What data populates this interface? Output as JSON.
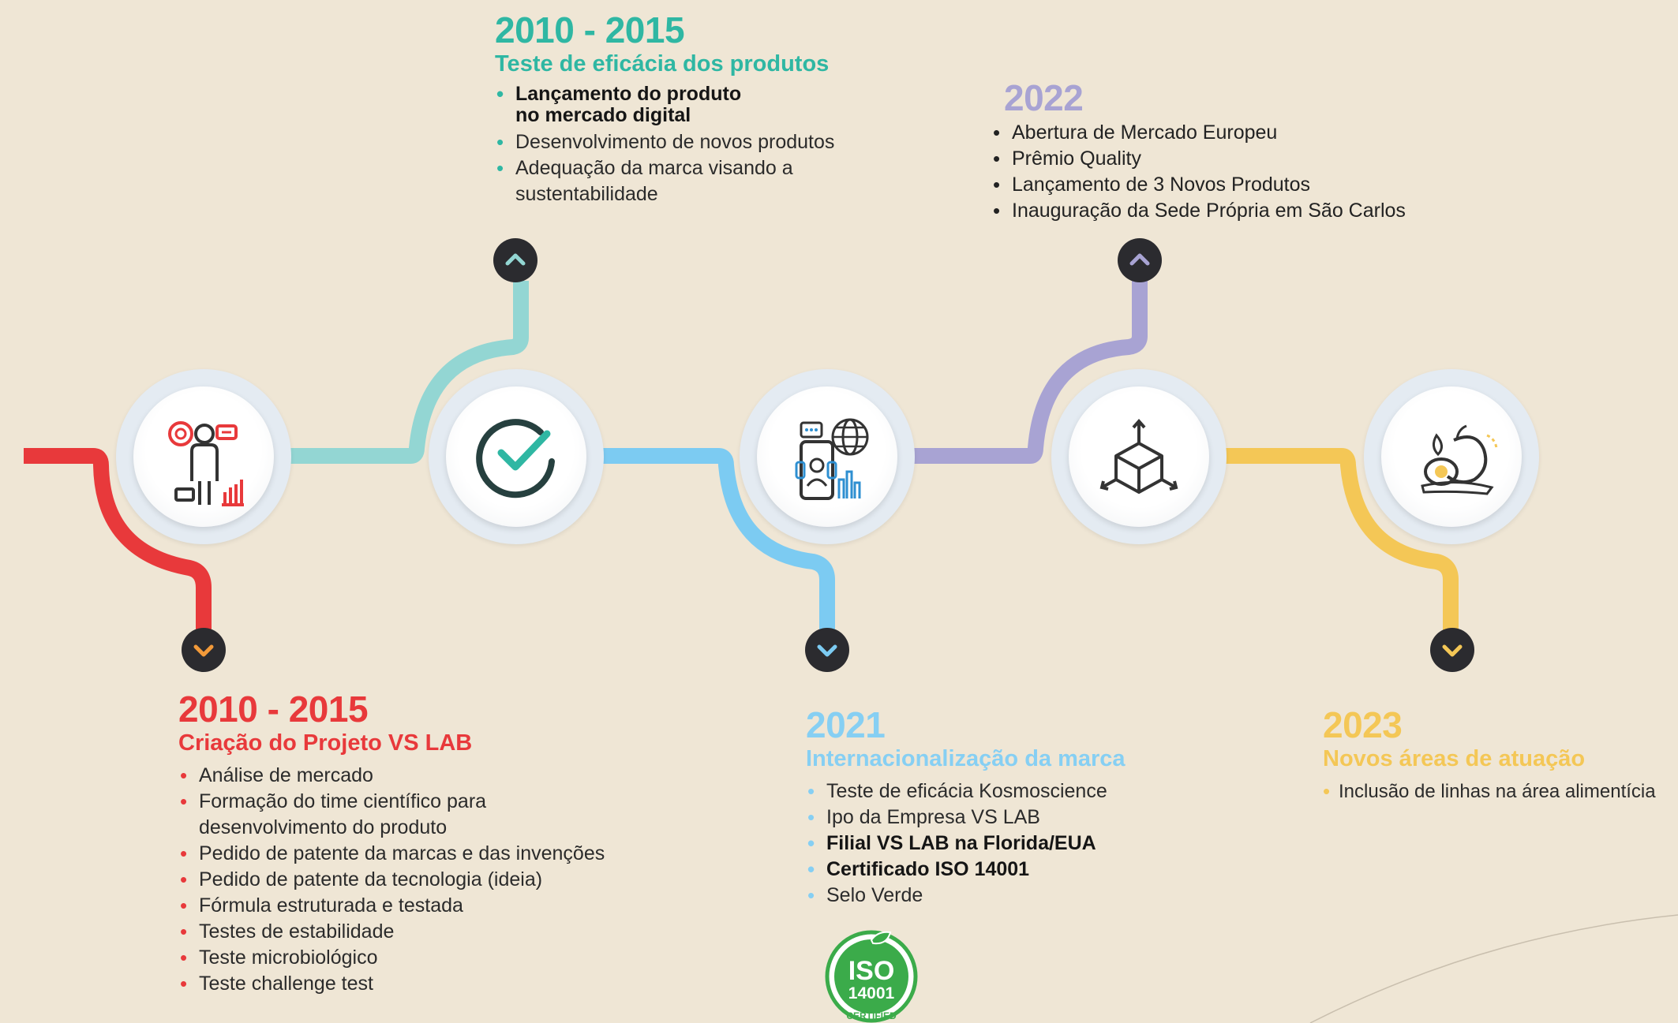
{
  "colors": {
    "background": "#efe6d5",
    "red": "#e8393b",
    "teal": "#2fb7a3",
    "teal_path": "#93d6d3",
    "blue": "#86cff3",
    "blue_path": "#7ccbf2",
    "purple": "#a8a3d3",
    "yellow": "#f4c756",
    "dark": "#2b2b2f"
  },
  "milestones": [
    {
      "year": "2010 - 2015",
      "subtitle": "Criação do Projeto VS LAB",
      "icon": "market-analysis-icon",
      "items": [
        "Análise de mercado",
        "Formação do time científico para desenvolvimento do produto",
        "Pedido de patente da marcas e das invenções",
        "Pedido de patente da tecnologia (ideia)",
        "Fórmula estruturada e testada",
        "Testes de estabilidade",
        "Teste microbiológico",
        "Teste challenge test"
      ]
    },
    {
      "year": "2010 - 2015",
      "subtitle": "Teste de eficácia dos produtos",
      "icon": "checkmark-icon",
      "items": [
        "Lançamento do produto no mercado digital",
        "Desenvolvimento de novos produtos",
        "Adequação da marca visando a sustentabilidade"
      ]
    },
    {
      "year": "2021",
      "subtitle": "Internacionalização da marca",
      "icon": "global-communication-icon",
      "items": [
        "Teste de eficácia Kosmoscience",
        "Ipo da Empresa VS LAB",
        "Filial VS LAB na Florida/EUA",
        "Certificado ISO 14001",
        "Selo Verde"
      ],
      "badge": {
        "title": "ISO",
        "number": "14001",
        "ring": "CERTIFIED"
      }
    },
    {
      "year": "2022",
      "subtitle": "",
      "icon": "cube-expansion-icon",
      "items": [
        "Abertura de Mercado Europeu",
        "Prêmio Quality",
        "Lançamento de 3 Novos Produtos",
        "Inauguração da Sede Própria em São Carlos"
      ]
    },
    {
      "year": "2023",
      "subtitle": "Novos áreas de atuação",
      "icon": "food-icon",
      "items": [
        "Inclusão de linhas na área alimentícia"
      ]
    }
  ]
}
